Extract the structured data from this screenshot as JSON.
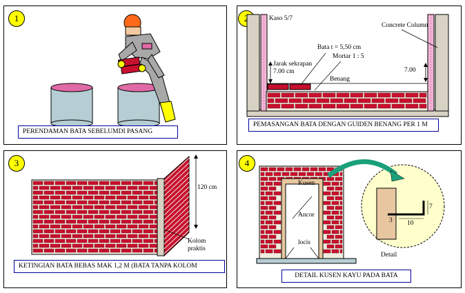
{
  "panels": [
    {
      "number": "1",
      "caption": "PERENDAMAN BATA SEBELUMDI PASANG"
    },
    {
      "number": "2",
      "caption": "PEMASANGAN BATA DENGAN GUIDEN BENANG PER 1 M",
      "labels": {
        "kaso": "Kaso 5/7",
        "concrete_column": "Concrete Column",
        "bata": "Bata  t = 5,50 cm",
        "mortar": "Mortar 1 : 5",
        "jarak": "Jarak sekrapan",
        "jarak_value": "7.00 cm",
        "right_value": "7.00",
        "benang": "Benang"
      }
    },
    {
      "number": "3",
      "caption": "KETINGIAN BATA BEBAS MAK 1,2 M (BATA TANPA KOLOM",
      "labels": {
        "height": "120 cm",
        "kolom": "Kolom",
        "praktis": "praktis"
      }
    },
    {
      "number": "4",
      "caption": "DETAIL KUSEN KAYU PADA BATA",
      "labels": {
        "kusen": "Kusen",
        "ancor": "Ancor",
        "locis": "locis",
        "detail": "Detail",
        "dim_3": "3",
        "dim_10": "10",
        "dim_7": "7"
      }
    }
  ]
}
